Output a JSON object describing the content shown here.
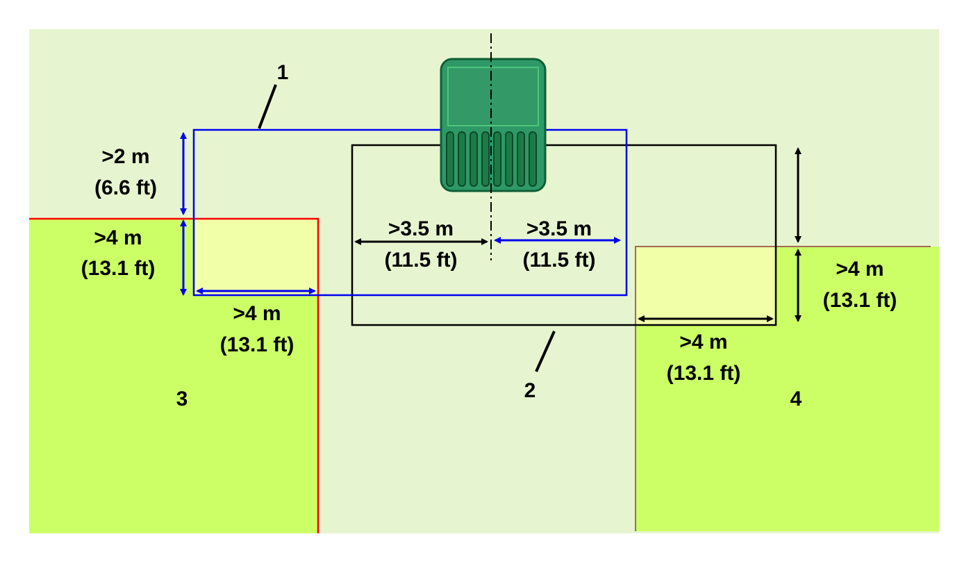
{
  "callouts": {
    "c1": "1",
    "c2": "2",
    "c3": "3",
    "c4": "4"
  },
  "dimensions": {
    "top_left_metric": ">2 m",
    "top_left_imperial": "(6.6 ft)",
    "left_vertical_metric": ">4 m",
    "left_vertical_imperial": "(13.1 ft)",
    "left_horizontal_metric": ">4 m",
    "left_horizontal_imperial": "(13.1 ft)",
    "center_left_metric": ">3.5 m",
    "center_left_imperial": "(11.5 ft)",
    "center_right_metric": ">3.5 m",
    "center_right_imperial": "(11.5 ft)",
    "right_vertical_metric": ">4 m",
    "right_vertical_imperial": "(13.1 ft)",
    "right_horizontal_metric": ">4 m",
    "right_horizontal_imperial": "(13.1 ft)"
  },
  "colors": {
    "background": "#e6f5d0",
    "field": "#ccff66",
    "overlap_zone": "#f0ffa8",
    "zone_1_border": "#0000ee",
    "zone_2_border": "#000000",
    "field_3_border": "#ff0000",
    "field_4_border": "#a06a50",
    "arrow_blue": "#0000ee",
    "arrow_black": "#000000",
    "mower_body": "#2e9966",
    "mower_dark": "#0e5e36"
  }
}
